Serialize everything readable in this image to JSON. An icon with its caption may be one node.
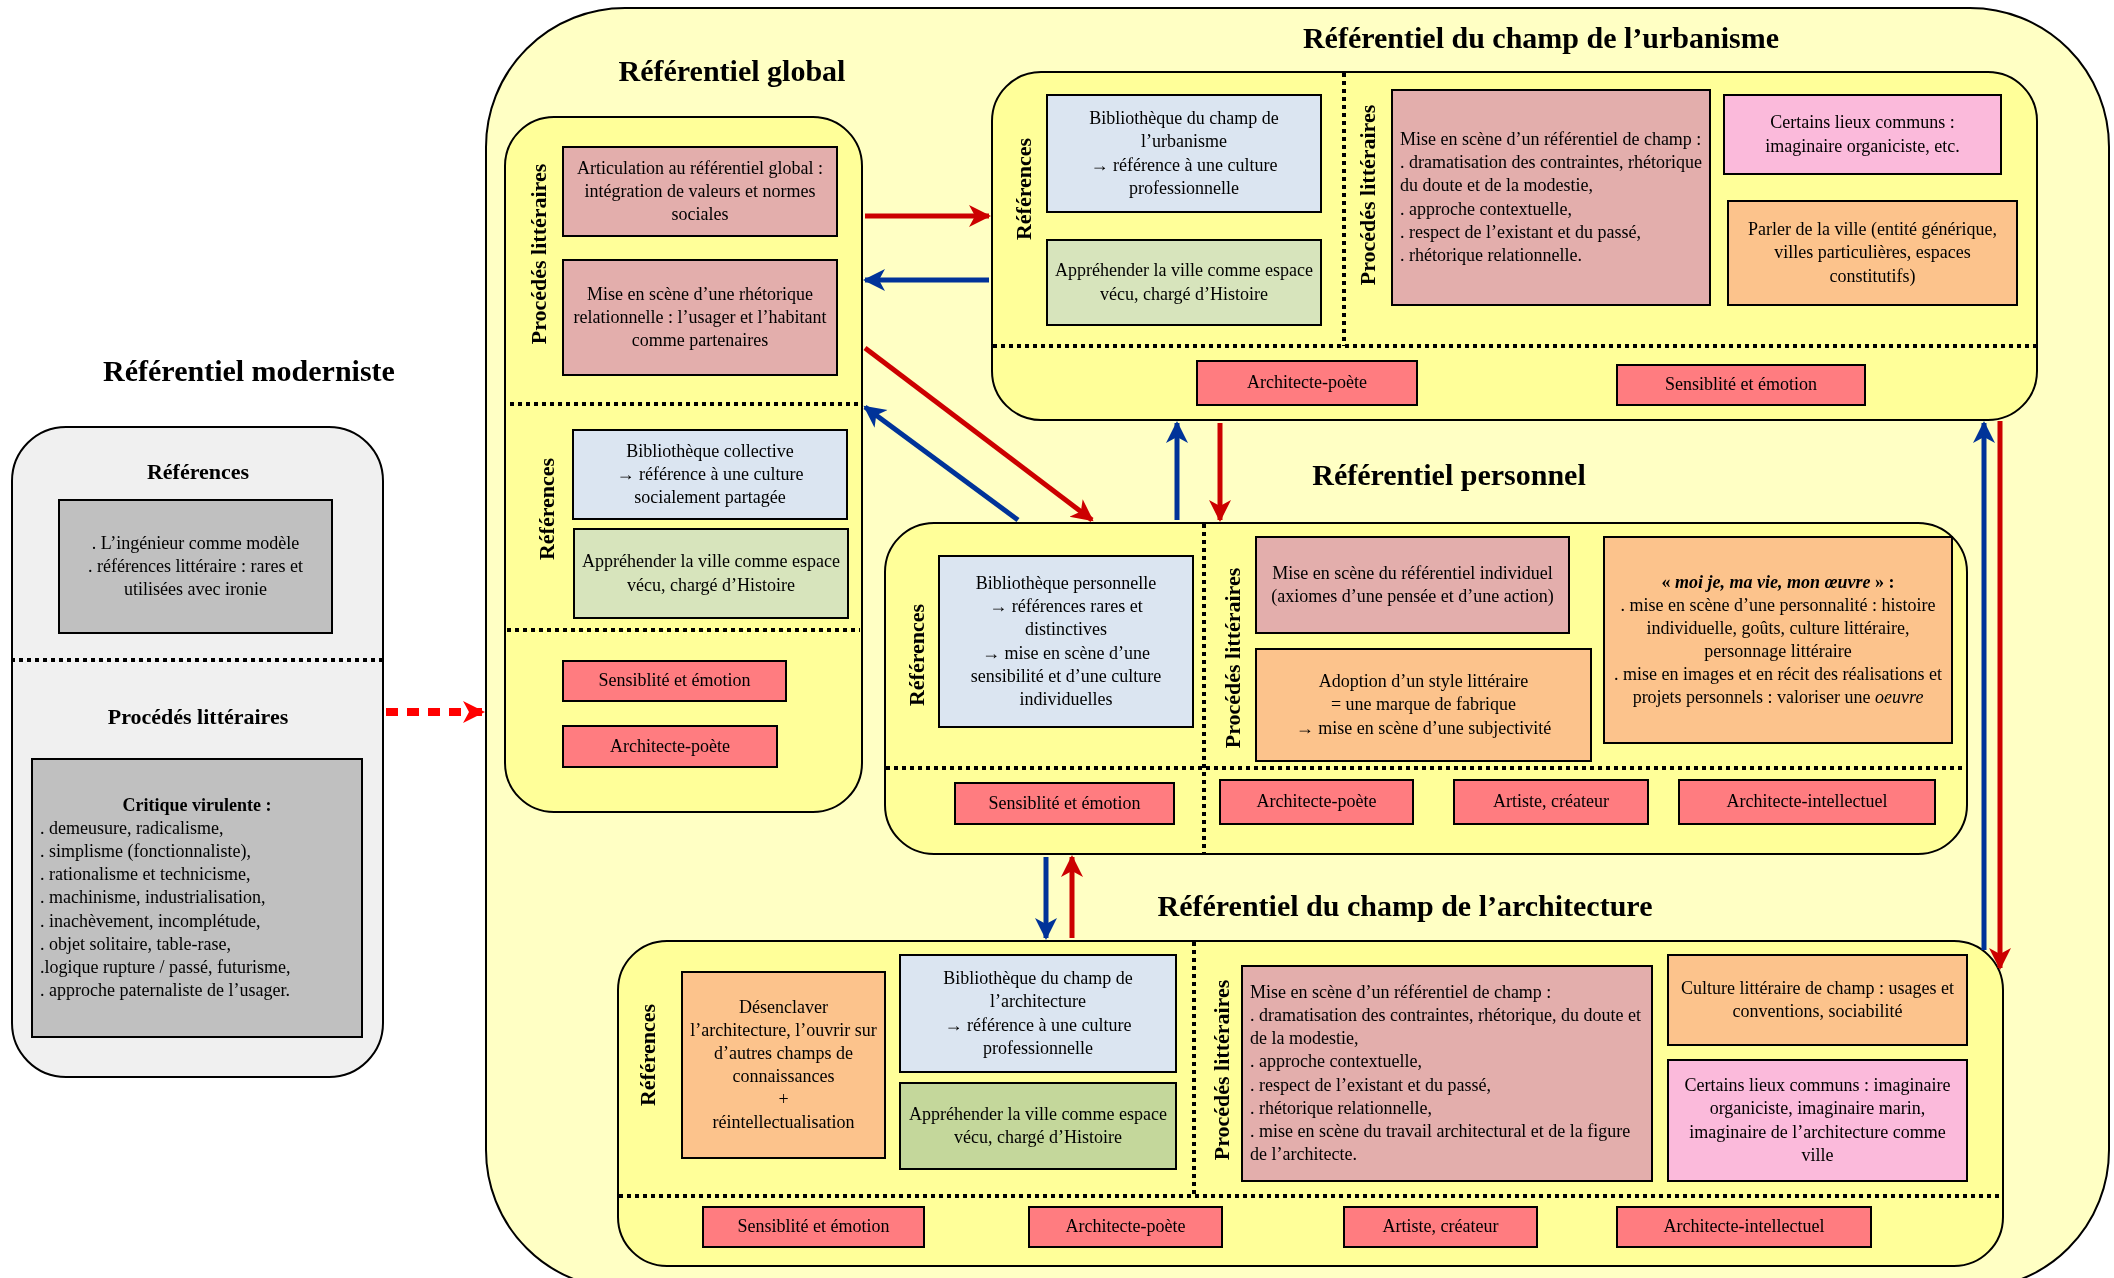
{
  "diagram": {
    "nodes": [
      {
        "text": [
          "Référentiel moderniste",
          "Références",
          "Procédés littéraires"
        ]
      },
      {
        "text": [
          ". L’ingénieur comme modèle",
          ". références littéraire : rares et utilisées avec ironie"
        ],
        "in": 0
      },
      {
        "text": [
          "Critique virulente :",
          ". demeusure, radicalisme,",
          ". simplisme (fonctionnaliste),",
          ". rationalisme et technicisme,",
          ". machinisme, industrialisation,",
          ". inachèvement, incomplétude,",
          ". objet solitaire, table-rase,",
          ".logique rupture / passé, futurisme,",
          ". approche paternaliste de l’usager."
        ],
        "in": 0
      },
      {
        "text": [],
        "shape": "box"
      },
      {
        "text": [
          "Référentiel global",
          "Procédés littéraires",
          "Références"
        ],
        "in": 3
      },
      {
        "text": [
          "Articulation au référentiel global : intégration de valeurs et normes sociales"
        ],
        "in": 4
      },
      {
        "text": [
          "Mise en scène d’une rhétorique relationnelle : l’usager et l’habitant comme partenaires"
        ],
        "in": 4
      },
      {
        "text": [
          "Bibliothèque collective",
          "→ référence à une culture socialement partagée"
        ],
        "in": 4
      },
      {
        "text": [
          "Appréhender la ville comme espace vécu, chargé d’Histoire"
        ],
        "in": 4
      },
      {
        "text": [
          "Sensiblité et émotion"
        ],
        "in": 4
      },
      {
        "text": [
          "Architecte-poète"
        ],
        "in": 4
      },
      {
        "text": [
          "Référentiel du champ de l’urbanisme",
          "Références",
          "Procédés littéraires"
        ],
        "in": 3
      },
      {
        "text": [
          "Bibliothèque du champ de l’urbanisme",
          "→ référence à une culture professionnelle"
        ],
        "in": 11
      },
      {
        "text": [
          "Appréhender la ville comme espace vécu, chargé d’Histoire"
        ],
        "in": 11
      },
      {
        "text": [
          "Mise en scène d’un référentiel de champ :",
          ". dramatisation des contraintes, rhétorique du doute et de la modestie,",
          ". approche contextuelle,",
          ". respect de l’existant et du passé,",
          ". rhétorique relationnelle."
        ],
        "in": 11
      },
      {
        "text": [
          "Certains lieux communs : imaginaire organiciste, etc."
        ],
        "in": 11
      },
      {
        "text": [
          "Parler de la ville (entité générique, villes particulières, espaces constitutifs)"
        ],
        "in": 11
      },
      {
        "text": [
          "Architecte-poète"
        ],
        "in": 11
      },
      {
        "text": [
          "Sensiblité et émotion"
        ],
        "in": 11
      },
      {
        "text": [
          "Référentiel personnel",
          "Références",
          "Procédés littéraires"
        ],
        "in": 3
      },
      {
        "text": [
          "Bibliothèque personnelle",
          "→ références rares et distinctives",
          "→ mise en scène d’une sensibilité et d’une culture individuelles"
        ],
        "in": 19
      },
      {
        "text": [
          "Mise en scène du référentiel individuel (axiomes d’une pensée et d’une action)"
        ],
        "in": 19
      },
      {
        "text": [
          "Adoption d’un style littéraire",
          "= une marque de fabrique",
          "→ mise en scène d’une subjectivité"
        ],
        "in": 19
      },
      {
        "text": [
          "« *moi je, ma vie, mon œuvre* » :",
          ". mise en scène d’une personnalité : histoire individuelle, goûts, culture littéraire, personnage littéraire",
          ". mise en images et en récit des réalisations et projets personnels : valoriser une *oeuvre*"
        ],
        "in": 19
      },
      {
        "text": [
          "Sensiblité et émotion"
        ],
        "in": 19
      },
      {
        "text": [
          "Architecte-poète"
        ],
        "in": 19
      },
      {
        "text": [
          "Artiste, créateur"
        ],
        "in": 19
      },
      {
        "text": [
          "Architecte-intellectuel"
        ],
        "in": 19
      },
      {
        "text": [
          "Référentiel du champ de l’architecture",
          "Références",
          "Procédés littéraires"
        ],
        "in": 3
      },
      {
        "text": [
          "Désenclaver l’architecture, l’ouvrir sur d’autres champs de connaissances",
          "+",
          "réintellectualisation"
        ],
        "in": 28
      },
      {
        "text": [
          "Bibliothèque du champ de l’architecture",
          "→ référence à une culture professionnelle"
        ],
        "in": 28
      },
      {
        "text": [
          "Appréhender la ville comme espace vécu, chargé d’Histoire"
        ],
        "in": 28
      },
      {
        "text": [
          "Mise en scène d’un référentiel de champ :",
          ". dramatisation des contraintes, rhétorique, du doute et de la modestie,",
          ". approche contextuelle,",
          ". respect de l’existant et du passé,",
          ". rhétorique relationnelle,",
          ". mise en scène du travail architectural et de la figure de l’architecte."
        ],
        "in": 28
      },
      {
        "text": [
          "Culture littéraire de champ : usages et conventions, sociabilité"
        ],
        "in": 28
      },
      {
        "text": [
          "Certains lieux communs : imaginaire organiciste, imaginaire marin, imaginaire de l’architecture comme ville"
        ],
        "in": 28
      },
      {
        "text": [
          "Sensiblité et émotion"
        ],
        "in": 28
      },
      {
        "text": [
          "Architecte-poète"
        ],
        "in": 28
      },
      {
        "text": [
          "Artiste, créateur"
        ],
        "in": 28
      },
      {
        "text": [
          "Architecte-intellectuel"
        ],
        "in": 28
      }
    ],
    "edges": [
      {
        "from": 0,
        "to": 3,
        "arrow": "to",
        "style": "dashed",
        "color": "#ff0000"
      },
      {
        "from": 4,
        "to": 11,
        "arrow": "to"
      },
      {
        "from": 11,
        "to": 4,
        "arrow": "to",
        "color": "#003399"
      },
      {
        "from": 4,
        "to": 19,
        "arrow": "to"
      },
      {
        "from": 19,
        "to": 4,
        "arrow": "to",
        "color": "#003399"
      },
      {
        "from": 19,
        "to": 11,
        "arrow": "to",
        "color": "#003399"
      },
      {
        "from": 11,
        "to": 19,
        "arrow": "to"
      },
      {
        "from": 19,
        "to": 28,
        "arrow": "to",
        "color": "#003399"
      },
      {
        "from": 28,
        "to": 19,
        "arrow": "to"
      },
      {
        "from": 28,
        "to": 11,
        "arrow": "to",
        "color": "#003399"
      },
      {
        "from": 11,
        "to": 28,
        "arrow": "to"
      }
    ]
  }
}
